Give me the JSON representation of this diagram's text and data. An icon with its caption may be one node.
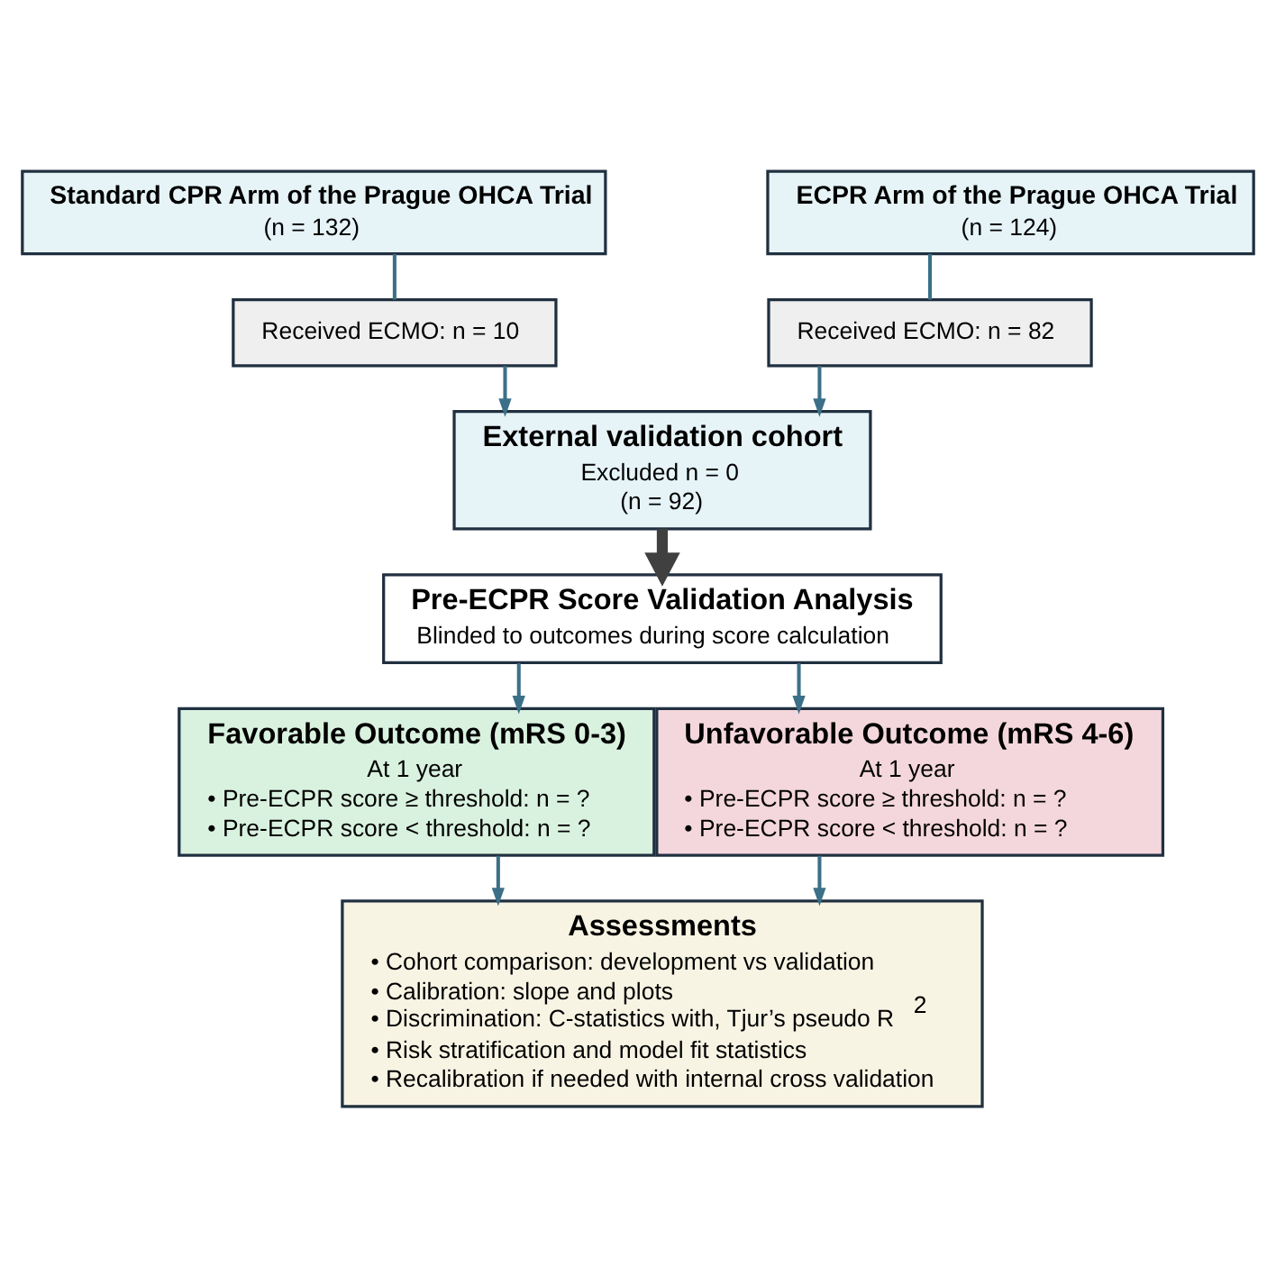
{
  "diagram": {
    "nodes": [
      {
        "text": [
          "Standard CPR Arm of the Prague OHCA Trial",
          "(n = 132)"
        ]
      },
      {
        "text": [
          "ECPR Arm of the Prague OHCA Trial",
          "(n = 124)"
        ]
      },
      {
        "text": [
          "Received ECMO: n = 10"
        ]
      },
      {
        "text": [
          "Received ECMO: n = 82"
        ]
      },
      {
        "text": [
          "External validation cohort",
          "Excluded n = 0",
          "(n = 92)"
        ]
      },
      {
        "text": [
          "Pre-ECPR Score Validation Analysis",
          "Blinded to outcomes during score calculation"
        ]
      },
      {
        "text": [
          "Favorable Outcome (mRS 0-3)",
          "At 1 year",
          "• Pre-ECPR score ≥ threshold: n = ?",
          "• Pre-ECPR score < threshold: n = ?"
        ]
      },
      {
        "text": [
          "Unfavorable Outcome (mRS 4-6)",
          "At 1 year",
          "• Pre-ECPR score ≥ threshold: n = ?",
          "• Pre-ECPR score < threshold: n = ?"
        ]
      },
      {
        "text": [
          "Assessments",
          "• Cohort comparison: development vs validation",
          "• Calibration: slope and plots",
          "• Discrimination: C-statistics with, Tjur’s pseudo R$^{2}$",
          "• Risk stratification and model fit statistics",
          "• Recalibration if needed with internal cross validation"
        ]
      }
    ],
    "edges": [
      {
        "from": 0,
        "to": 2,
        "arrow": "none"
      },
      {
        "from": 1,
        "to": 3,
        "arrow": "none"
      },
      {
        "from": 2,
        "to": 4,
        "arrow": "to"
      },
      {
        "from": 3,
        "to": 4,
        "arrow": "to"
      },
      {
        "from": 4,
        "to": 5,
        "arrow": "to",
        "style": "thick",
        "color": "#404040"
      },
      {
        "from": 5,
        "to": 6,
        "arrow": "to"
      },
      {
        "from": 5,
        "to": 7,
        "arrow": "to"
      },
      {
        "from": 6,
        "to": 8,
        "arrow": "to"
      },
      {
        "from": 7,
        "to": 8,
        "arrow": "to"
      }
    ]
  }
}
